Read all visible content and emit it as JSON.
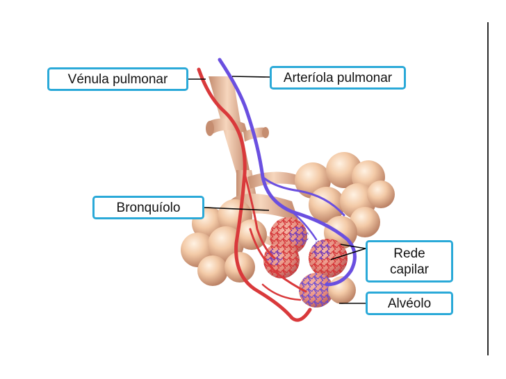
{
  "labels": {
    "venula": "Vénula pulmonar",
    "arteriola": "Arteríola pulmonar",
    "bronquiolo": "Bronquíolo",
    "rede_line1": "Rede",
    "rede_line2": "capilar",
    "alveolo": "Alvéolo"
  },
  "colors": {
    "label_border": "#2aa9d8",
    "vein": "#d9393b",
    "artery": "#6a4fe0",
    "tissue": "#f2c9a6",
    "tissue_shadow": "#c98f72"
  }
}
